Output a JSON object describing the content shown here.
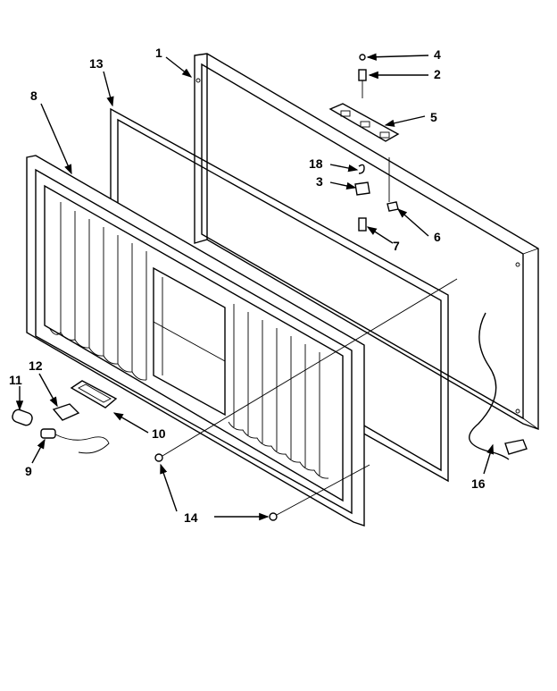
{
  "diagram": {
    "callouts": {
      "c1": "1",
      "c2": "2",
      "c3": "3",
      "c4": "4",
      "c5": "5",
      "c6": "6",
      "c7": "7",
      "c8": "8",
      "c9": "9",
      "c10": "10",
      "c11": "11",
      "c12": "12",
      "c13": "13",
      "c14": "14",
      "c16": "16",
      "c18": "18"
    }
  }
}
